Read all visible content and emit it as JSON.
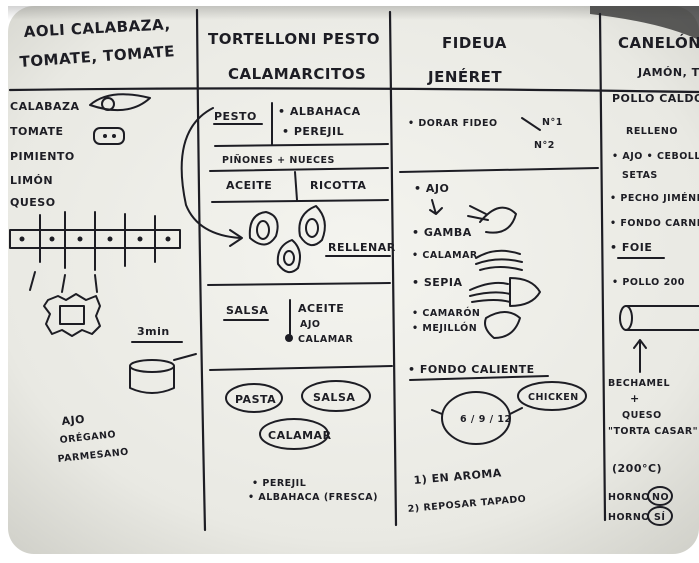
{
  "whiteboard": {
    "col1": {
      "title_lines": [
        "AOLI CALABAZA,",
        "TOMATE, TOMATE"
      ],
      "list": [
        "CALABAZA",
        "TOMATE",
        "PIMIENTO",
        "LIMÓN",
        "QUESO"
      ],
      "time": "3min",
      "notes": [
        "AJO",
        "ORÉGANO",
        "PARMESANO"
      ]
    },
    "col2": {
      "title_lines": [
        "TORTELLONI PESTO",
        "CALAMARCITOS"
      ],
      "pesto_label": "PESTO",
      "pesto_items": [
        "• ALBAHACA",
        "• PEREJIL"
      ],
      "pinones": "PIÑONES + NUECES",
      "aceite": "ACEITE",
      "ricotta": "RICOTTA",
      "rellenar": "RELLENAR",
      "salsa_label": "SALSA",
      "salsa_items": [
        "ACEITE",
        "AJO",
        "CALAMAR"
      ],
      "bubbles": [
        "PASTA",
        "SALSA",
        "CALAMAR"
      ],
      "bottom_notes": [
        "• PEREJIL",
        "• ALBAHACA (FRESCA)"
      ]
    },
    "col3": {
      "title_lines": [
        "FIDEUA",
        "JENÉRET"
      ],
      "dorar": "• DORAR FIDEO",
      "n1": "N°1",
      "n2": "N°2",
      "ingredients": [
        "• AJO",
        "• GAMBA",
        "• CALAMAR",
        "• SEPIA",
        "• CAMARÓN",
        "• MEJILLÓN"
      ],
      "fondo": "• FONDO CALIENTE",
      "chicken": "CHICKEN",
      "pot_marks": "6 / 9 / 12",
      "steps": [
        "1) EN AROMA",
        "2) REPOSAR TAPADO"
      ]
    },
    "col4": {
      "title_lines": [
        "CANELÓN",
        "JAMÓN, TRUFA",
        "POLLO CALDO"
      ],
      "relleno": "RELLENO",
      "items": [
        "• AJO  • CEBOLLA",
        "SETAS",
        "• PECHO JIMÉNEZ",
        "• FONDO CARNE",
        "• FOIE",
        "• POLLO 200"
      ],
      "bechamel": "BECHAMEL",
      "plus": "+",
      "queso": "QUESO",
      "torta": "\"TORTA CASAR\"",
      "temp": "(200°C)",
      "horno1": "HORNO",
      "no": "NO",
      "horno2": "HORNO",
      "si": "SÍ"
    }
  }
}
